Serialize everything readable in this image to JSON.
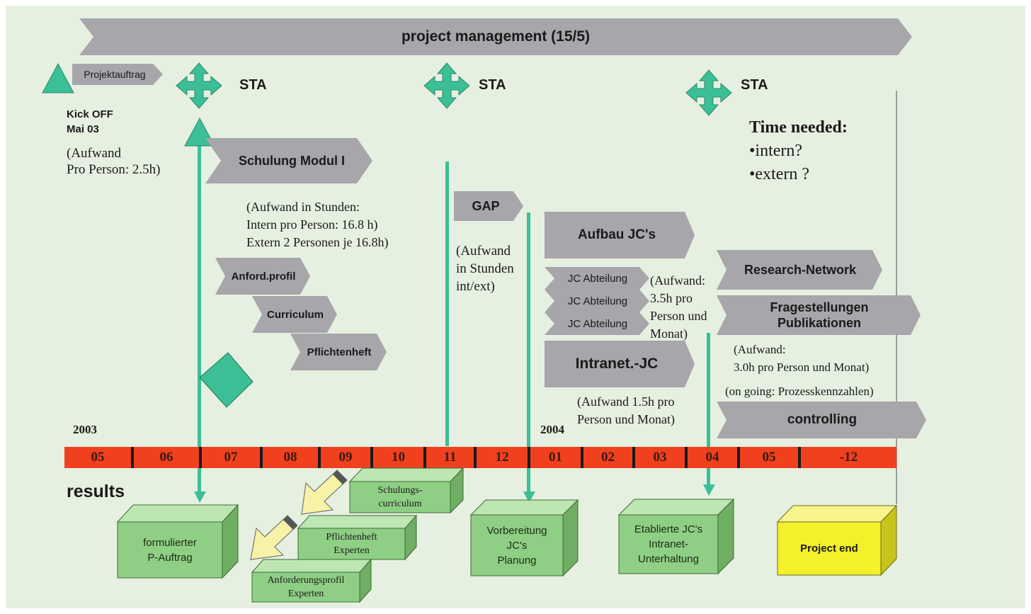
{
  "banner": {
    "label": "project management (15/5)"
  },
  "kickoff": {
    "tag": "Projektauftrag",
    "title_line1": "Kick OFF",
    "title_line2": "Mai 03",
    "effort_line1": "(Aufwand",
    "effort_line2": "Pro Person: 2.5h)"
  },
  "sta_labels": [
    "STA",
    "STA",
    "STA"
  ],
  "time_needed": {
    "title": "Time needed:",
    "line1": "•intern?",
    "line2": "•extern ?"
  },
  "schulung": {
    "label": "Schulung Modul I",
    "note_line1": "(Aufwand in Stunden:",
    "note_line2": "Intern pro Person: 16.8 h)",
    "note_line3": "Extern 2 Personen je 16.8h)",
    "steps": [
      "Anford.profil",
      "Curriculum",
      "Pflichtenheft"
    ]
  },
  "gap": {
    "label": "GAP",
    "note_line1": "(Aufwand",
    "note_line2": "in Stunden",
    "note_line3": "int/ext)"
  },
  "aufbau": {
    "label": "Aufbau JC's",
    "departments": [
      "JC Abteilung",
      "JC Abteilung",
      "JC Abteilung"
    ],
    "note_line1": "(Aufwand:",
    "note_line2": "3.5h pro",
    "note_line3": "Person und",
    "note_line4": "Monat)"
  },
  "intranet": {
    "label": "Intranet.-JC",
    "note_line1": "(Aufwand 1.5h pro",
    "note_line2": "Person und Monat)"
  },
  "research": {
    "label": "Research-Network",
    "fragen_line1": "Fragestellungen",
    "fragen_line2": "Publikationen",
    "note_line1": "(Aufwand:",
    "note_line2": "3.0h pro Person und Monat)",
    "ongoing": "(on going: Prozesskennzahlen)",
    "controlling": "controlling"
  },
  "years": {
    "y1": "2003",
    "y2": "2004"
  },
  "timeline": {
    "months": [
      "05",
      "06",
      "07",
      "08",
      "09",
      "10",
      "11",
      "12",
      "01",
      "02",
      "03",
      "04",
      "05",
      "-12"
    ]
  },
  "results": {
    "title": "results",
    "p_auftrag_line1": "formulierter",
    "p_auftrag_line2": "P-Auftrag",
    "schulungs_line1": "Schulungs-",
    "schulungs_line2": "curriculum",
    "pflicht_line1": "Pflichtenheft",
    "pflicht_line2": "Experten",
    "anford_line1": "Anforderungsprofil",
    "anford_line2": "Experten",
    "vorb_line1": "Vorbereitung",
    "vorb_line2": "JC's",
    "vorb_line3": "Planung",
    "etab_line1": "Etablierte JC's",
    "etab_line2": "Intranet-",
    "etab_line3": "Unterhaltung",
    "end": "Project end"
  },
  "colors": {
    "background": "#e6f0e1",
    "chevron": "#a6a6ab",
    "teal": "#3cbf96",
    "timeline_red": "#f0401e",
    "box_green": "#8fcf85",
    "project_end_yellow": "#f4f02a"
  }
}
